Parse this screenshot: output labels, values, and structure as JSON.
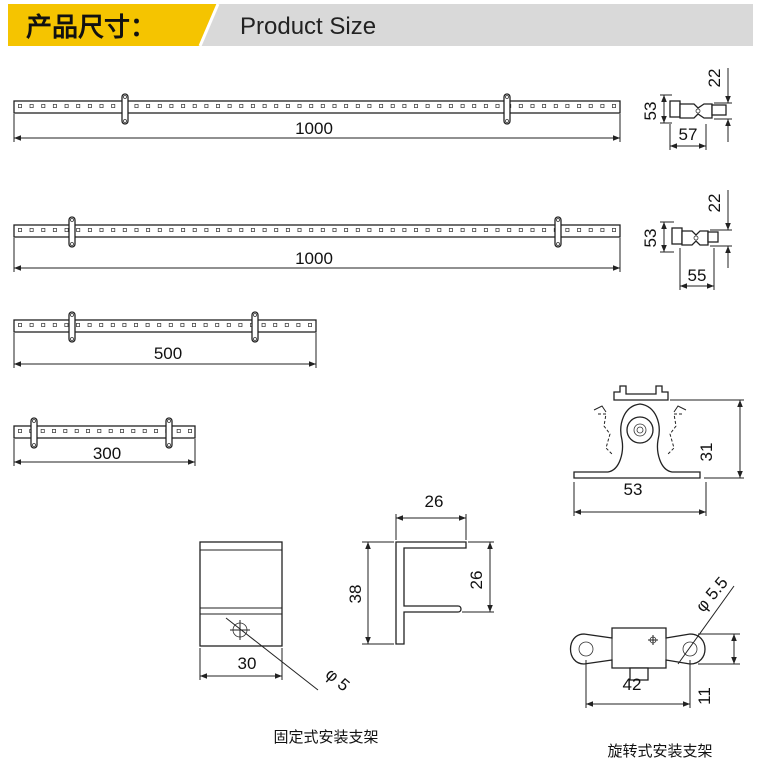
{
  "header": {
    "title_cn": "产品尺寸：",
    "title_en": "Product Size",
    "accent_color": "#f5c400",
    "band_color": "#d9d9d9"
  },
  "bars": [
    {
      "length_label": "1000"
    },
    {
      "length_label": "1000"
    },
    {
      "length_label": "500"
    },
    {
      "length_label": "300"
    }
  ],
  "side_views": [
    {
      "height_label": "53",
      "depth_label": "57",
      "offset_label": "22"
    },
    {
      "height_label": "53",
      "depth_label": "55",
      "offset_label": "22"
    }
  ],
  "fixed_bracket": {
    "caption": "固定式安装支架",
    "width_label": "30",
    "hole_label": "φ 5",
    "profile_width_label": "26",
    "profile_height_label": "38",
    "profile_inner_label": "26"
  },
  "rotary_bracket": {
    "caption": "旋转式安装支架",
    "width_label": "53",
    "height_label": "31",
    "hole_label": "φ 5.5",
    "spacing_label": "42",
    "base_label": "11"
  }
}
